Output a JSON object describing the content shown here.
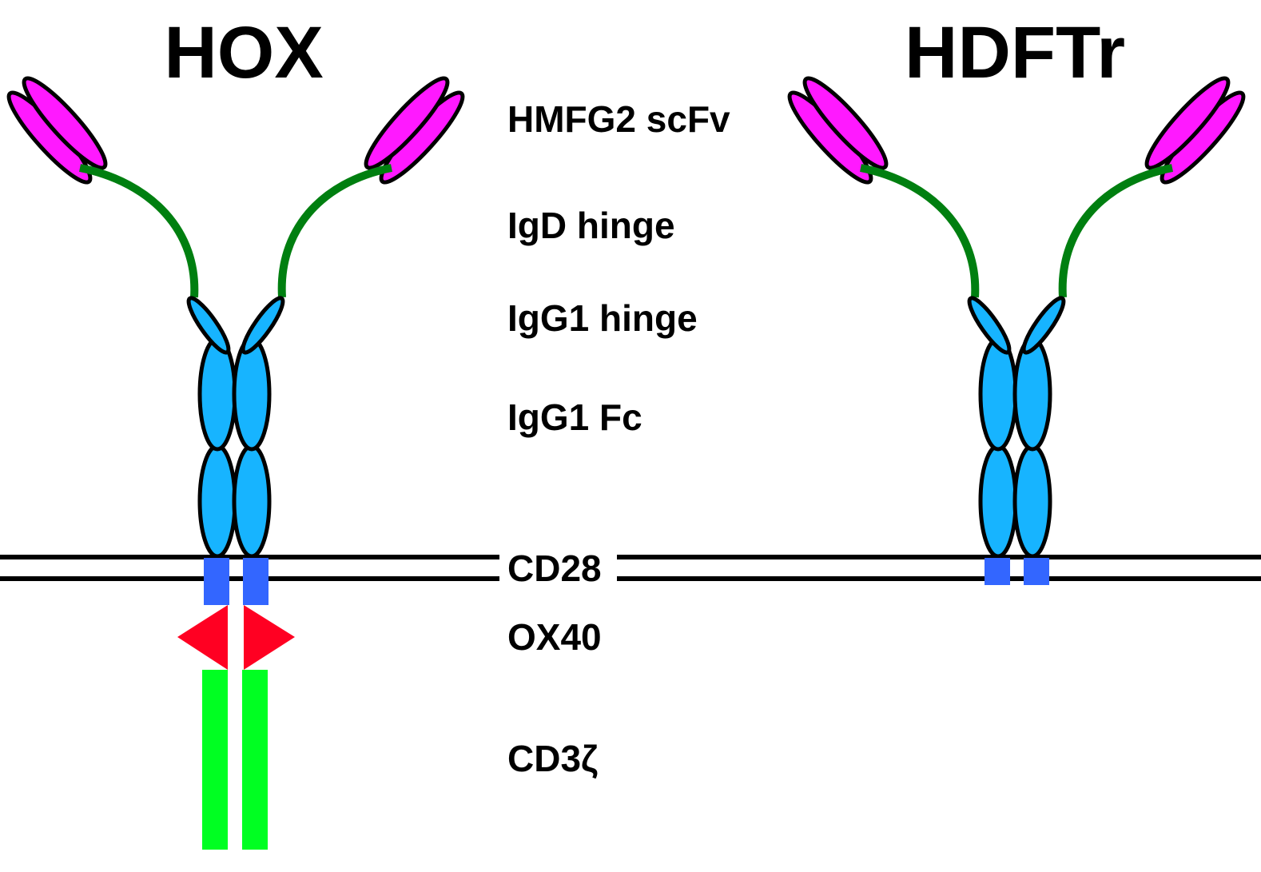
{
  "titles": {
    "left": "HOX",
    "right": "HDFTr"
  },
  "labels": {
    "scfv": "HMFG2 scFv",
    "igd_hinge": "IgD hinge",
    "igg1_hinge": "IgG1 hinge",
    "igg1_fc": "IgG1 Fc",
    "cd28": "CD28",
    "ox40": "OX40",
    "cd3z": "CD3ζ"
  },
  "colors": {
    "scfv": "#ff19ff",
    "hinge_linker": "#007f10",
    "igg1": "#17b4ff",
    "cd28": "#3366ff",
    "ox40": "#ff0022",
    "cd3z": "#00ff22"
  }
}
